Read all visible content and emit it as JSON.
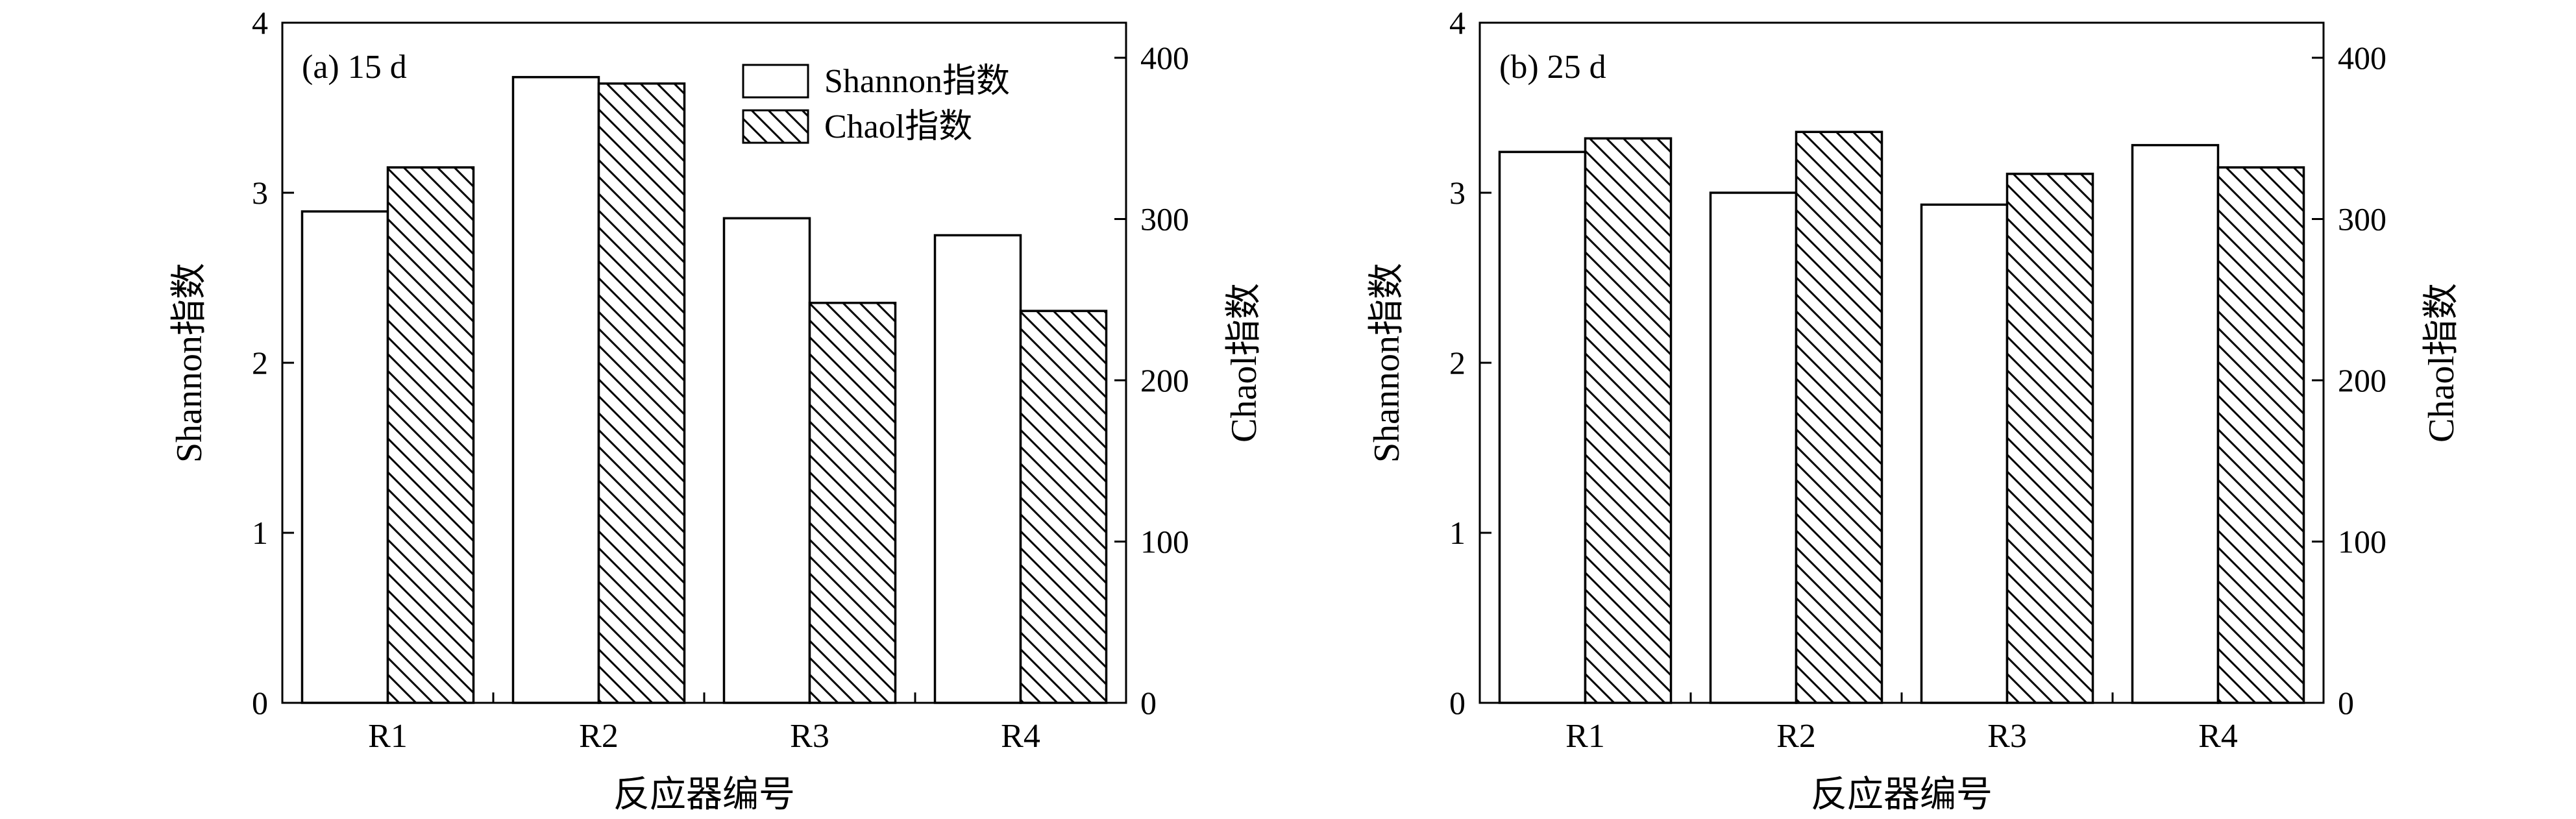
{
  "figure": {
    "legend": {
      "shannon": "Shannon指数",
      "chao": "Chaol指数"
    },
    "colors": {
      "axis": "#000000",
      "bar_fill": "#ffffff",
      "hatch": "#000000"
    }
  },
  "chart_data": [
    {
      "type": "bar",
      "panel_label": "(a) 15 d",
      "categories": [
        "R1",
        "R2",
        "R3",
        "R4"
      ],
      "xlabel": "反应器编号",
      "ylabel_left": "Shannon指数",
      "ylabel_right": "Chaol指数",
      "ylim_left": [
        0,
        4
      ],
      "yticks_left": [
        0,
        1,
        2,
        3,
        4
      ],
      "ylim_right": [
        0,
        400
      ],
      "yticks_right": [
        0,
        100,
        200,
        300,
        400
      ],
      "series": [
        {
          "name": "Shannon指数",
          "axis": "left",
          "fill": "white",
          "values": [
            2.89,
            3.68,
            2.85,
            2.75
          ]
        },
        {
          "name": "Chaol指数",
          "axis": "right",
          "fill": "hatch",
          "values": [
            332,
            384,
            248,
            243
          ]
        }
      ],
      "legend_position": "top-right",
      "grid": false
    },
    {
      "type": "bar",
      "panel_label": "(b) 25 d",
      "categories": [
        "R1",
        "R2",
        "R3",
        "R4"
      ],
      "xlabel": "反应器编号",
      "ylabel_left": "Shannon指数",
      "ylabel_right": "Chaol指数",
      "ylim_left": [
        0,
        4
      ],
      "yticks_left": [
        0,
        1,
        2,
        3,
        4
      ],
      "ylim_right": [
        0,
        400
      ],
      "yticks_right": [
        0,
        100,
        200,
        300,
        400
      ],
      "series": [
        {
          "name": "Shannon指数",
          "axis": "left",
          "fill": "white",
          "values": [
            3.24,
            3.0,
            2.93,
            3.28
          ]
        },
        {
          "name": "Chaol指数",
          "axis": "right",
          "fill": "hatch",
          "values": [
            350,
            354,
            328,
            332
          ]
        }
      ],
      "legend_position": "none",
      "grid": false
    }
  ]
}
